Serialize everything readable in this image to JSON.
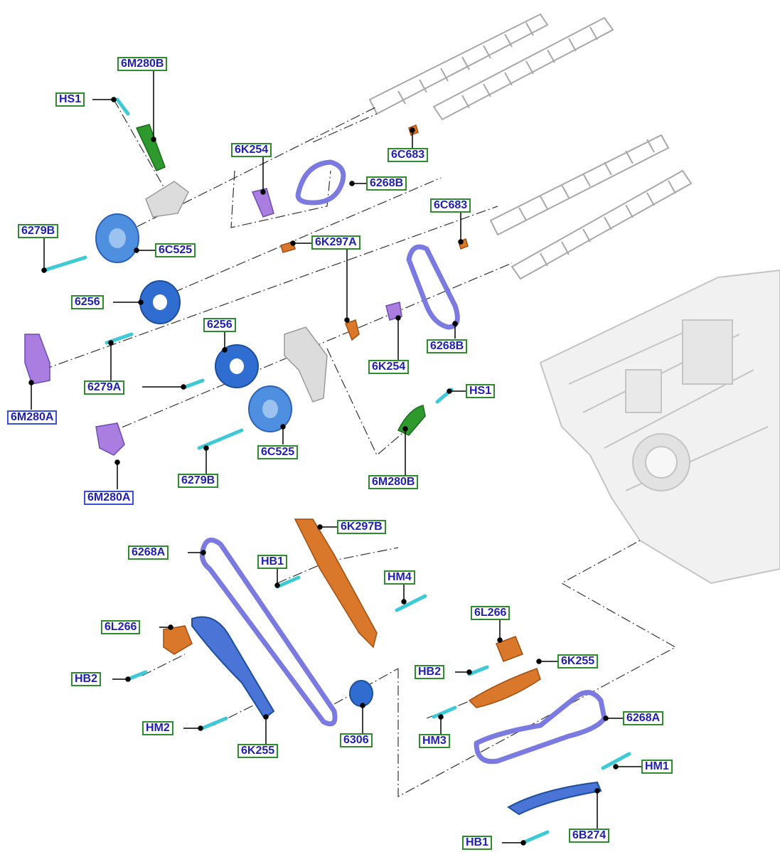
{
  "colors": {
    "label_border": "#2e8b2e",
    "label_border_alt": "#3a4fd8",
    "label_text": "#1f1fb0",
    "chain": "#7a7ae0",
    "guide": "#4a74d6",
    "tensioner_orange": "#d9772a",
    "green_part": "#2e9a2e",
    "purple_part": "#a97ee0",
    "cyan_bolt": "#3dc9d6",
    "engine_gray": "#c8c8c8"
  },
  "callouts": {
    "c01": "6M280B",
    "c02": "HS1",
    "c03": "6K254",
    "c04": "6C683",
    "c05": "6268B",
    "c06": "6279B",
    "c07": "6C525",
    "c08": "6K297A",
    "c09": "6C683",
    "c10": "6256",
    "c11": "6256",
    "c12": "6268B",
    "c13": "6K254",
    "c14": "6279A",
    "c15": "HS1",
    "c16": "6M280A",
    "c17": "6C525",
    "c18": "6279B",
    "c19": "6M280B",
    "c20": "6M280A",
    "c21": "6K297B",
    "c22": "6268A",
    "c23": "HB1",
    "c24": "HM4",
    "c25": "6L266",
    "c26": "6L266",
    "c27": "HB2",
    "c28": "HB2",
    "c29": "6K255",
    "c30": "HM2",
    "c31": "6K255",
    "c32": "6306",
    "c33": "HM3",
    "c34": "6268A",
    "c35": "HM1",
    "c36": "HB1",
    "c37": "6B274"
  }
}
